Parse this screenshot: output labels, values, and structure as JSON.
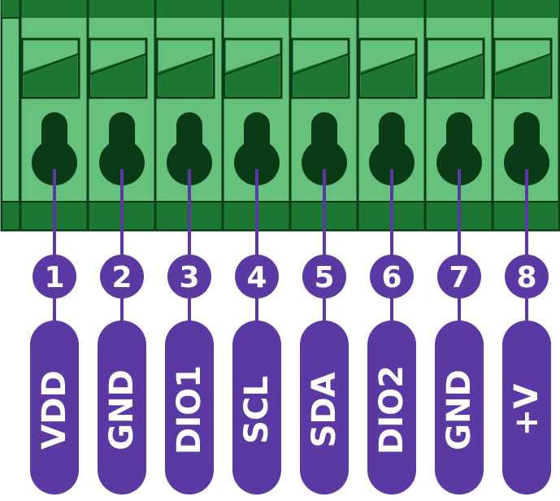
{
  "connector": {
    "pins": [
      {
        "number": "1",
        "label": "VDD"
      },
      {
        "number": "2",
        "label": "GND"
      },
      {
        "number": "3",
        "label": "DIO1"
      },
      {
        "number": "4",
        "label": "SCL"
      },
      {
        "number": "5",
        "label": "SDA"
      },
      {
        "number": "6",
        "label": "DIO2"
      },
      {
        "number": "7",
        "label": "GND"
      },
      {
        "number": "8",
        "label": "+V"
      }
    ]
  },
  "colors": {
    "body_light": "#66c17c",
    "body_dark": "#1d7732",
    "outline": "#0b3d19",
    "screw_hole": "#0b3a16",
    "pin_purple": "#5b39a2",
    "text": "#ffffff"
  }
}
